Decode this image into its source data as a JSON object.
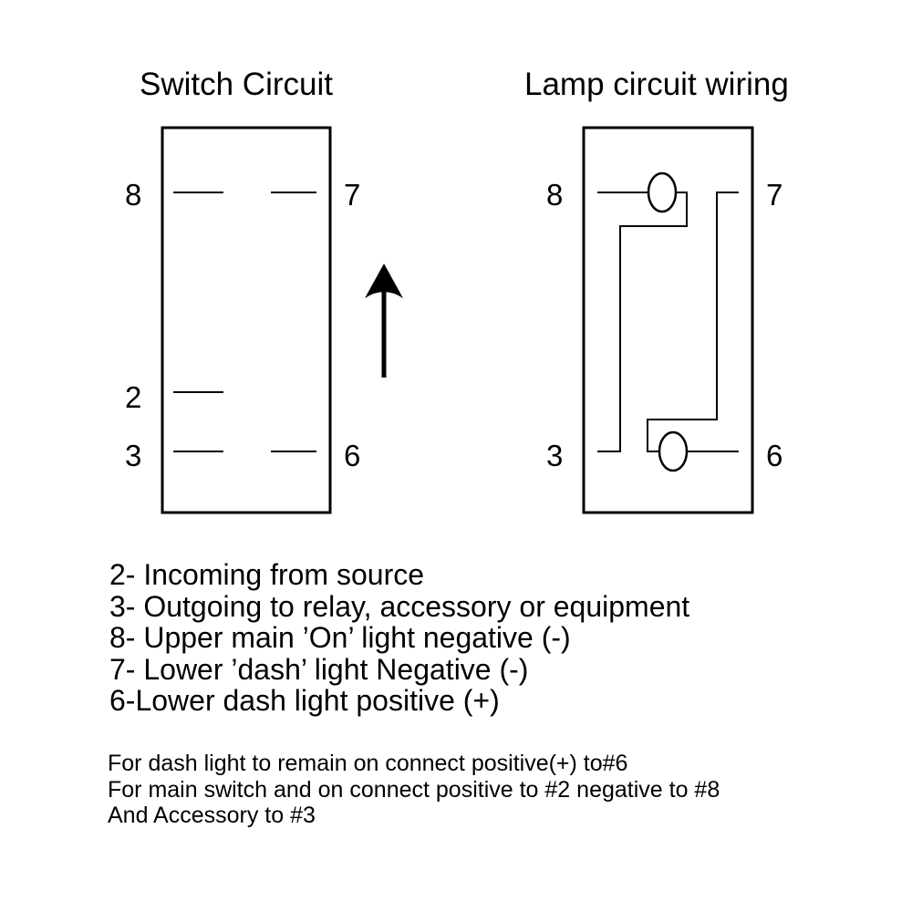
{
  "switch_circuit": {
    "title": "Switch Circuit",
    "pins": {
      "p8": "8",
      "p7": "7",
      "p2": "2",
      "p3": "3",
      "p6": "6"
    }
  },
  "lamp_circuit": {
    "title": "Lamp circuit wiring",
    "pins": {
      "p8": "8",
      "p7": "7",
      "p3": "3",
      "p6": "6"
    }
  },
  "arrow": {
    "direction": "up"
  },
  "legend": [
    "2- Incoming from source",
    "3- Outgoing to relay, accessory or equipment",
    "8- Upper main ’On’ light negative (-)",
    "7- Lower ’dash’ light Negative (-)",
    "6-Lower dash light positive (+)"
  ],
  "notes": [
    "For dash light to remain on connect positive(+) to#6",
    "For main switch and on connect positive to #2 negative to #8",
    "And Accessory to #3"
  ]
}
